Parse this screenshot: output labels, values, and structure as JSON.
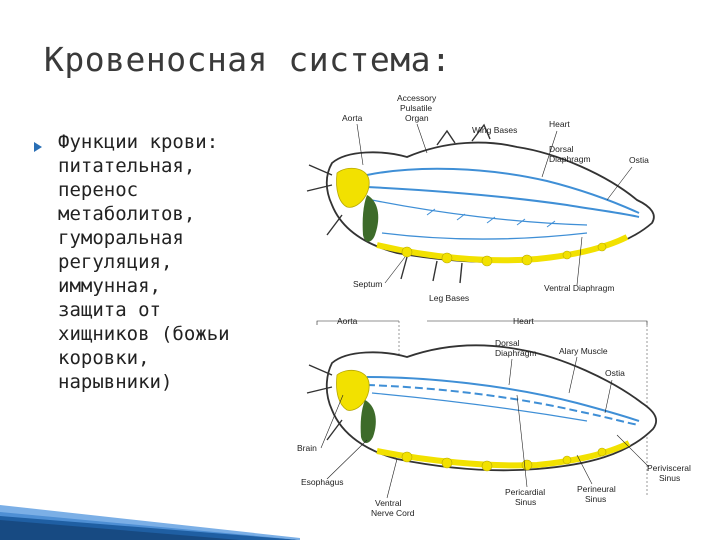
{
  "slide": {
    "title": "Кровеносная система:",
    "bullet_lines": [
      "Функции крови:",
      "питательная,",
      "перенос",
      "метаболитов,",
      "гуморальная",
      "регуляция,",
      "иммунная,",
      "защита от",
      "хищников (божьи",
      "коровки,",
      "нарывники)"
    ]
  },
  "figure_labels": {
    "top": {
      "aorta": "Aorta",
      "accessory_1": "Accessory",
      "accessory_2": "Pulsatile",
      "accessory_3": "Organ",
      "wing_bases": "Wing Bases",
      "heart": "Heart",
      "dorsal_1": "Dorsal",
      "dorsal_2": "Diaphragm",
      "ostia": "Ostia",
      "septum": "Septum",
      "leg_bases": "Leg Bases",
      "ventral_diaphragm": "Ventral Diaphragm"
    },
    "bottom": {
      "aorta": "Aorta",
      "heart": "Heart",
      "dorsal_1": "Dorsal",
      "dorsal_2": "Diaphragm",
      "alary_muscle": "Alary Muscle",
      "ostia": "Ostia",
      "brain": "Brain",
      "esophagus": "Esophagus",
      "ventral_1": "Ventral",
      "ventral_2": "Nerve Cord",
      "pericardial_1": "Pericardial",
      "pericardial_2": "Sinus",
      "perineural_1": "Perineural",
      "perineural_2": "Sinus",
      "perivisceral_1": "Perivisceral",
      "perivisceral_2": "Sinus"
    }
  },
  "colors": {
    "accent_blue": "#2a6fb5",
    "vessel_blue": "#3f8fd6",
    "nerve_yellow": "#f2e100",
    "gut_green": "#3d6b2a",
    "text": "#222222"
  }
}
